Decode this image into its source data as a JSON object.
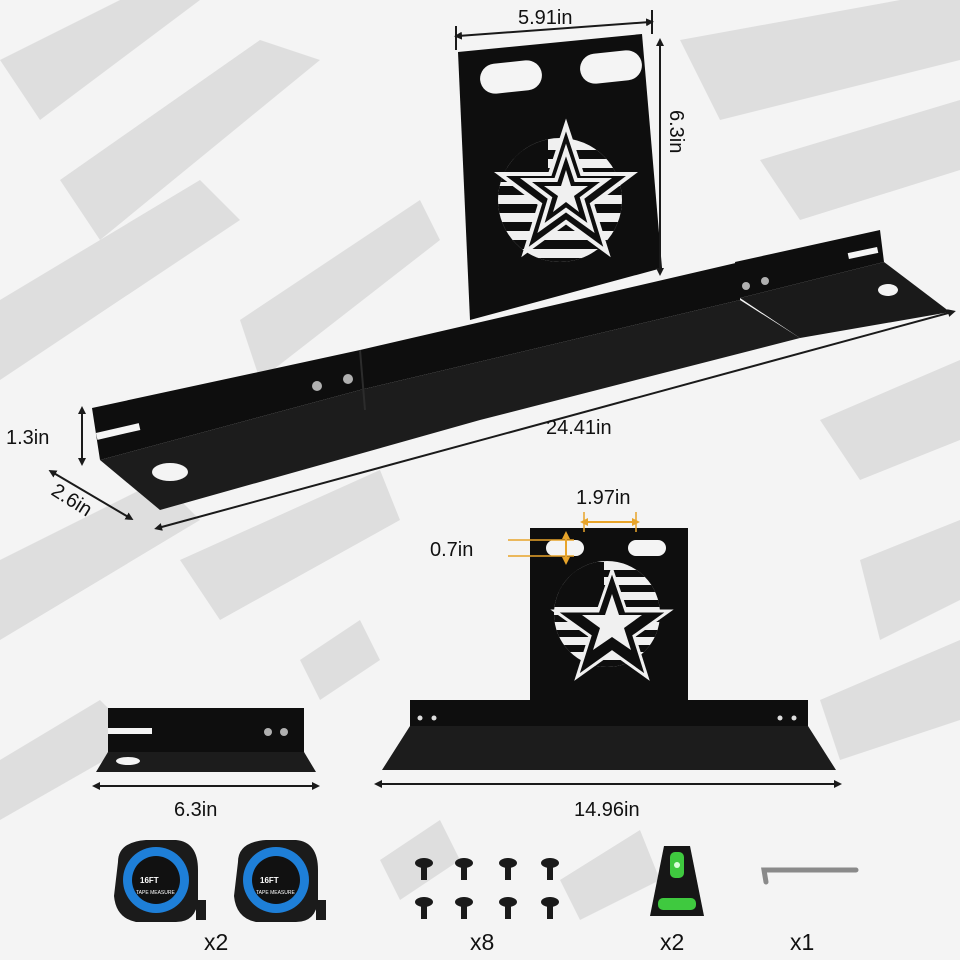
{
  "dimensions": {
    "main_width": "5.91in",
    "main_height": "6.3in",
    "main_length": "24.41in",
    "side_height": "1.3in",
    "side_depth": "2.6in",
    "slot_spacing": "1.97in",
    "slot_height": "0.7in",
    "short_rail_length": "6.3in",
    "center_piece_length": "14.96in"
  },
  "accessories": {
    "tape_measure": {
      "icon": "tape-measure-icon",
      "face_text": "16FT",
      "face_sub": "TAPE MEASURE",
      "quantity": "x2"
    },
    "screws": {
      "icon": "screw-icon",
      "quantity": "x8"
    },
    "spirit_level": {
      "icon": "spirit-level-icon",
      "quantity": "x2"
    },
    "allen_key": {
      "icon": "allen-key-icon",
      "quantity": "x1"
    }
  },
  "colors": {
    "metal": "#0e0e0e",
    "background": "#f4f4f4",
    "pattern": "#dcdcdc",
    "dimension_line": "#1a1a1a",
    "highlight_dimension": "#e8a42a",
    "tape_accent": "#1e7fd8",
    "level_bubble": "#3fc93f"
  }
}
